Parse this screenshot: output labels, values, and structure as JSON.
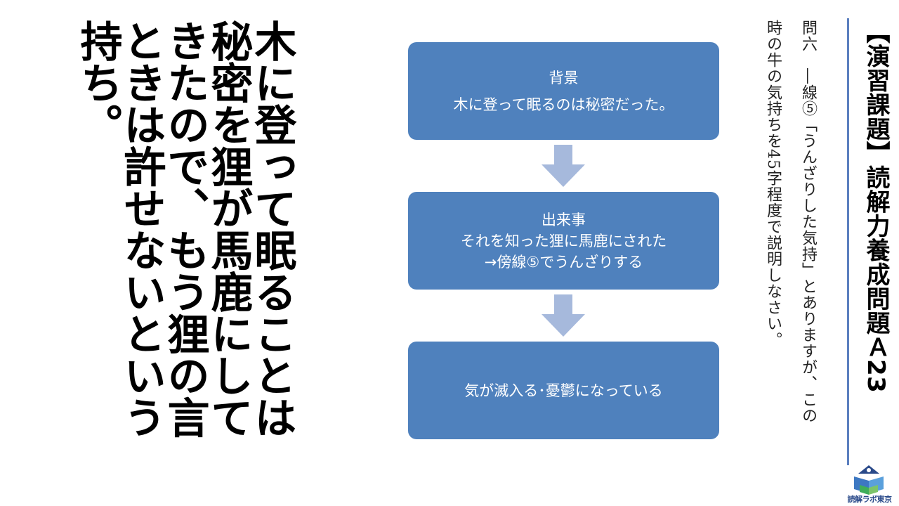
{
  "heading": "【演習課題】読解力養成問題Ａ23",
  "question": "問六　―線⑤「うんざりした気持」とありますが、この\n時の牛の気持ちを45字程度で説明しなさい。",
  "answer": "木に登って眠ることは\n秘密を狸が馬鹿にして\nきたので、もう狸の言\nときは許せないという\n持ち。",
  "flow": {
    "box1": {
      "title": "背景",
      "text": "木に登って眠るのは秘密だった。"
    },
    "box2": {
      "title": "出来事",
      "line1": "それを知った狸に馬鹿にされた",
      "line2": "→傍線⑤でうんざりする"
    },
    "box3": {
      "text": "気が滅入る･憂鬱になっている"
    }
  },
  "logo": {
    "text": "読解ラボ東京"
  },
  "colors": {
    "box": "#4f81bd",
    "arrow": "#a6b9dc",
    "bar": "#5b7fbf"
  }
}
